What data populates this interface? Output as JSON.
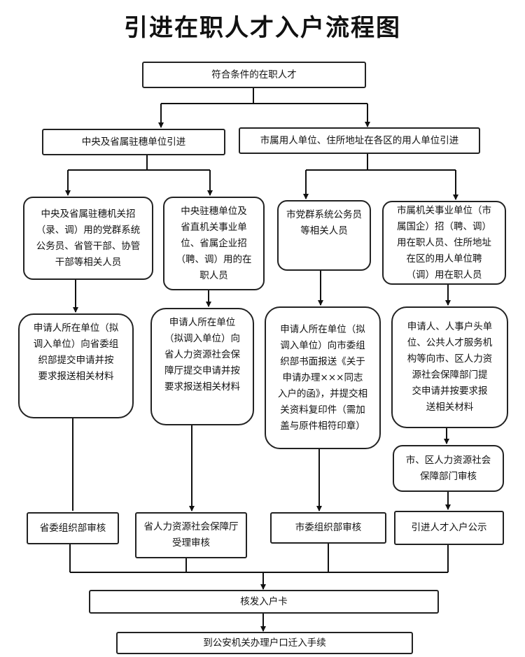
{
  "title": "引进在职人才入户流程图",
  "nodes": {
    "start": "符合条件的在职人才",
    "branch_left": "中央及省属驻穗单位引进",
    "branch_right": "市属用人单位、住所地址在各区的用人单位引进",
    "cat1": "中央及省属驻穗机关招\n（录、调）用的党群系统\n公务员、省管干部、协管\n干部等相关人员",
    "cat2": "中央驻穗单位及\n省直机关事业单\n位、省属企业招\n（聘、调）用的在\n职人员",
    "cat3": "市党群系统公务员\n等相关人员",
    "cat4": "市属机关事业单位（市\n属国企）招（聘、调）\n用在职人员、住所地址\n在区的用人单位聘\n（调）用在职人员",
    "apply1": "申请人所在单位（拟\n调入单位）向省委组\n织部提交申请并按\n要求报送相关材料",
    "apply2": "申请人所在单位\n（拟调入单位）向\n省人力资源社会保\n障厅提交申请并按\n要求报送相关材料",
    "apply3": "申请人所在单位（拟\n调入单位）向市委组\n织部书面报送《关于\n申请办理×××同志\n入户的函》，并提交相\n关资料复印件（需加\n盖与原件相符印章）",
    "apply4": "申请人、人事户头单\n位、公共人才服务机\n构等向市、区人力资\n源社会保障部门提\n交申请并按要求报\n送相关材料",
    "review4a": "市、区人力资源社会\n保障部门审核",
    "review1": "省委组织部审核",
    "review2": "省人力资源社会保障厅\n受理审核",
    "review3": "市委组织部审核",
    "review4": "引进人才入户公示",
    "issue": "核发入户卡",
    "final": "到公安机关办理户口迁入手续"
  }
}
